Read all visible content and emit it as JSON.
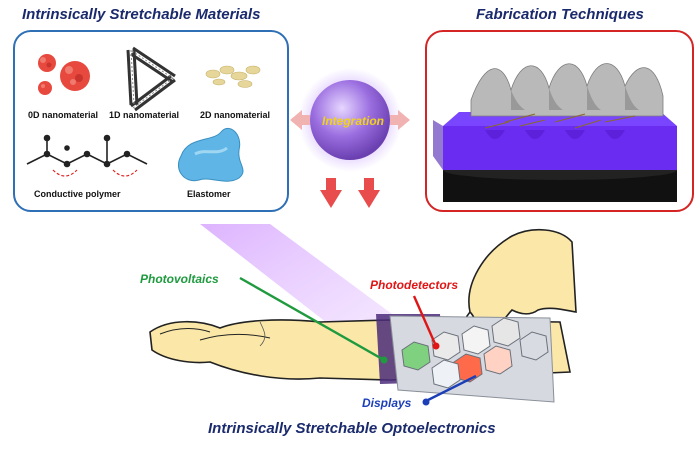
{
  "materials_panel": {
    "title": "Intrinsically Stretchable Materials",
    "items": [
      "0D nanomaterial",
      "1D nanomaterial",
      "2D nanomaterial",
      "Conductive polymer",
      "Elastomer"
    ]
  },
  "fabrication_panel": {
    "title": "Fabrication Techniques"
  },
  "center": {
    "integration_label": "Integration"
  },
  "device": {
    "callouts": {
      "photovoltaics": "Photovoltaics",
      "photodetectors": "Photodetectors",
      "displays": "Displays"
    },
    "title": "Intrinsically Stretchable Optoelectronics"
  },
  "colors": {
    "materials_border": "#2f6fb5",
    "fabrication_border": "#d42424",
    "photovoltaics": "#1f9a3f",
    "photodetectors": "#e01616",
    "displays": "#1c3fb8",
    "integration_sphere": "#8a5fd0",
    "arrows": "#e84c4c"
  }
}
